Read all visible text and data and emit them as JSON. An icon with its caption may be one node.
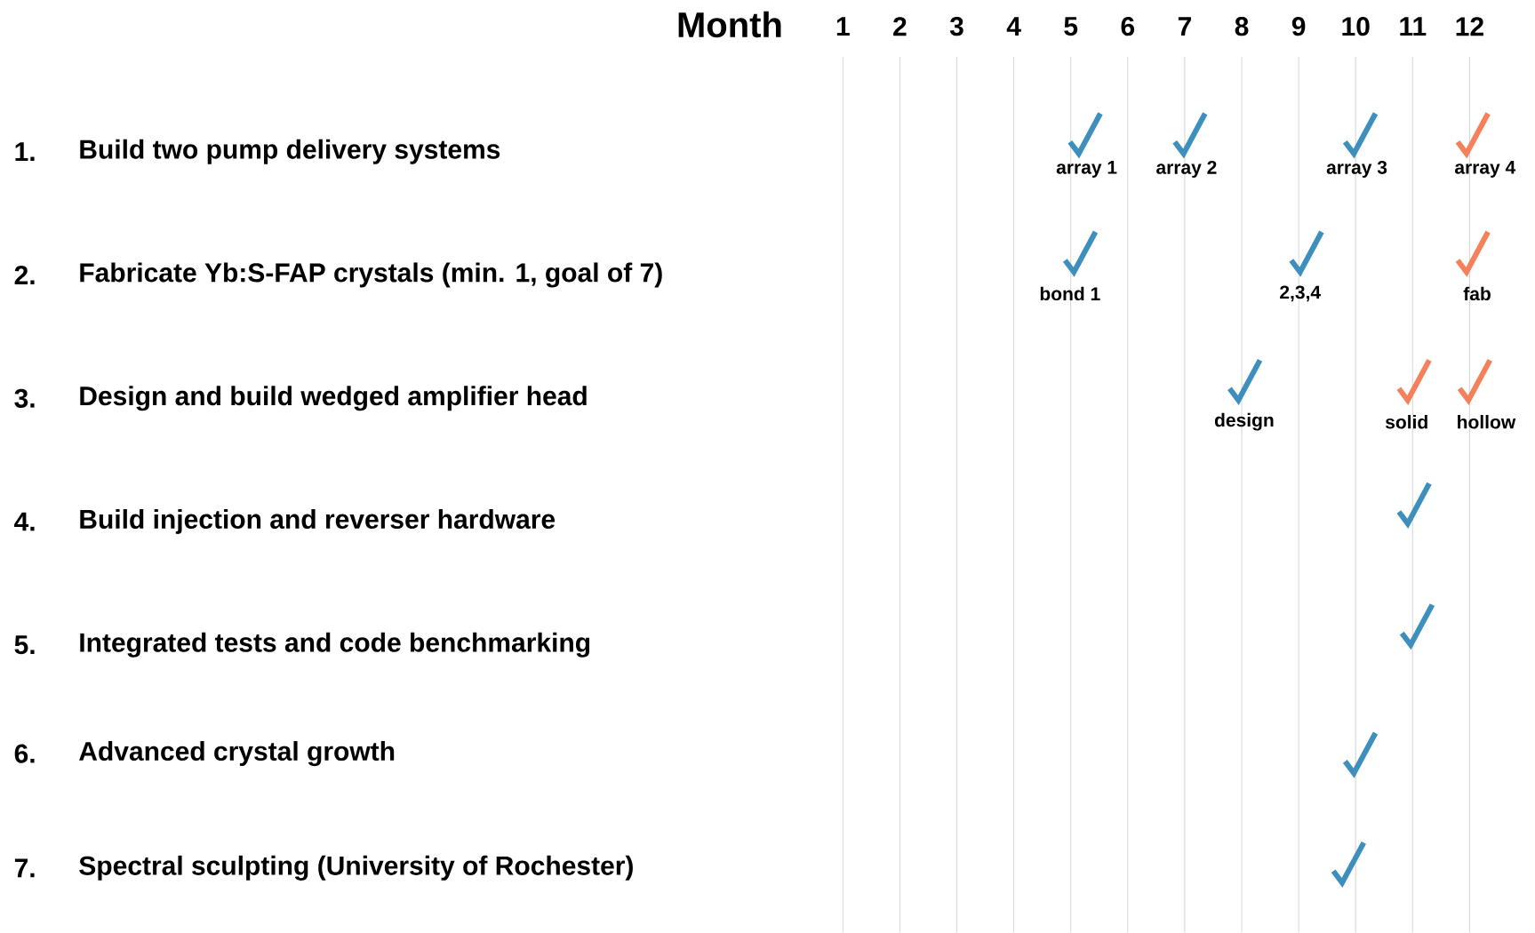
{
  "diagram": {
    "labels": [
      "Month",
      "1",
      "2",
      "3",
      "4",
      "5",
      "6",
      "7",
      "8",
      "9",
      "10",
      "11",
      "12",
      "1.",
      "Build two pump delivery systems",
      "array 1",
      "array 2",
      "array 3",
      "array 4",
      "2.",
      "Fabricate Yb:S-FAP crystals (min. 1, goal of 7)",
      "bond 1",
      "2,3,4",
      "fab",
      "3.",
      "Design and build wedged amplifier head",
      "design",
      "solid",
      "hollow",
      "4.",
      "Build injection and reverser hardware",
      "5.",
      "Integrated tests and code benchmarking",
      "6.",
      "Advanced crystal growth",
      "7.",
      "Spectral sculpting (University of Rochester)"
    ]
  }
}
